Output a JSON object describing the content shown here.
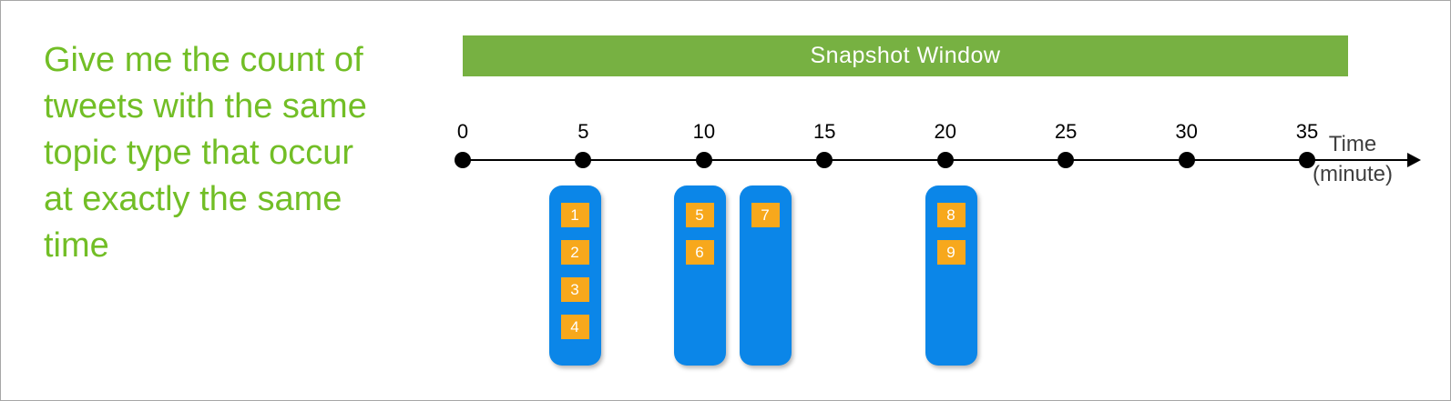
{
  "prompt": {
    "text": "Give me the count of tweets with the same topic type that occur at exactly the same time",
    "lines": [
      "Give me the count of",
      "tweets with the same",
      "topic type that occur",
      "at exactly the same",
      "time"
    ],
    "color": "#72be26"
  },
  "banner": {
    "label": "Snapshot Window",
    "bg_color": "#77b142",
    "text_color": "#ffffff"
  },
  "timeline": {
    "tick_labels": [
      "0",
      "5",
      "10",
      "15",
      "20",
      "25",
      "30",
      "35"
    ],
    "axis_label_line1": "Time",
    "axis_label_line2": "(minute)",
    "axis_color": "#000000"
  },
  "tweet_groups": [
    {
      "name": "tweets-at-minute-5",
      "approx_minute": 5,
      "tweets": [
        "1",
        "2",
        "3",
        "4"
      ]
    },
    {
      "name": "tweets-at-minute-10",
      "approx_minute": 10,
      "tweets": [
        "5",
        "6"
      ]
    },
    {
      "name": "tweets-at-minute-12",
      "approx_minute": 12.5,
      "tweets": [
        "7"
      ]
    },
    {
      "name": "tweets-at-minute-20",
      "approx_minute": 20,
      "tweets": [
        "8",
        "9"
      ]
    }
  ],
  "colors": {
    "group_bg": "#0b86e8",
    "tweet_box_bg": "#f7a81c",
    "tweet_box_text": "#ffffff"
  }
}
